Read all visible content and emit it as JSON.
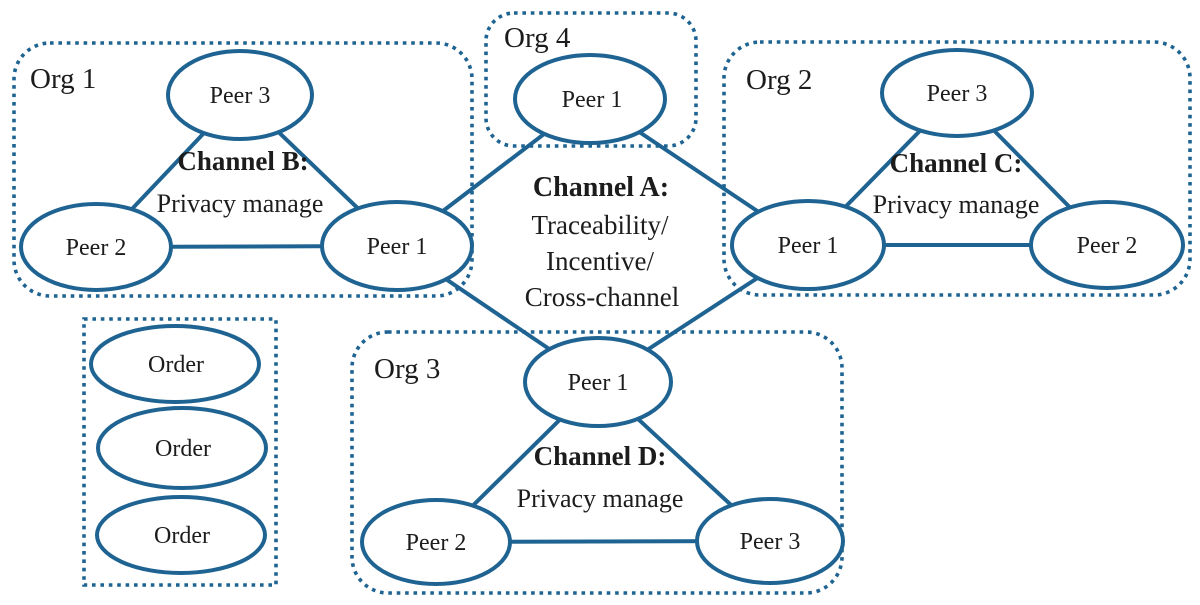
{
  "colors": {
    "line": "#1e6391",
    "text": "#1c1c1c",
    "background": "#ffffff"
  },
  "org1": {
    "label": "Org 1",
    "channel_title": "Channel B:",
    "channel_subtitle": "Privacy manage",
    "peer1": "Peer 1",
    "peer2": "Peer 2",
    "peer3": "Peer 3"
  },
  "org2": {
    "label": "Org 2",
    "channel_title": "Channel C:",
    "channel_subtitle": "Privacy manage",
    "peer1": "Peer 1",
    "peer2": "Peer 2",
    "peer3": "Peer 3"
  },
  "org3": {
    "label": "Org 3",
    "channel_title": "Channel D:",
    "channel_subtitle": "Privacy manage",
    "peer1": "Peer 1",
    "peer2": "Peer 2",
    "peer3": "Peer 3"
  },
  "org4": {
    "label": "Org 4",
    "peer1": "Peer 1"
  },
  "channel_a": {
    "title": "Channel A:",
    "line1": "Traceability/",
    "line2": "Incentive/",
    "line3": "Cross-channel"
  },
  "orderers": {
    "order1": "Order",
    "order2": "Order",
    "order3": "Order"
  }
}
